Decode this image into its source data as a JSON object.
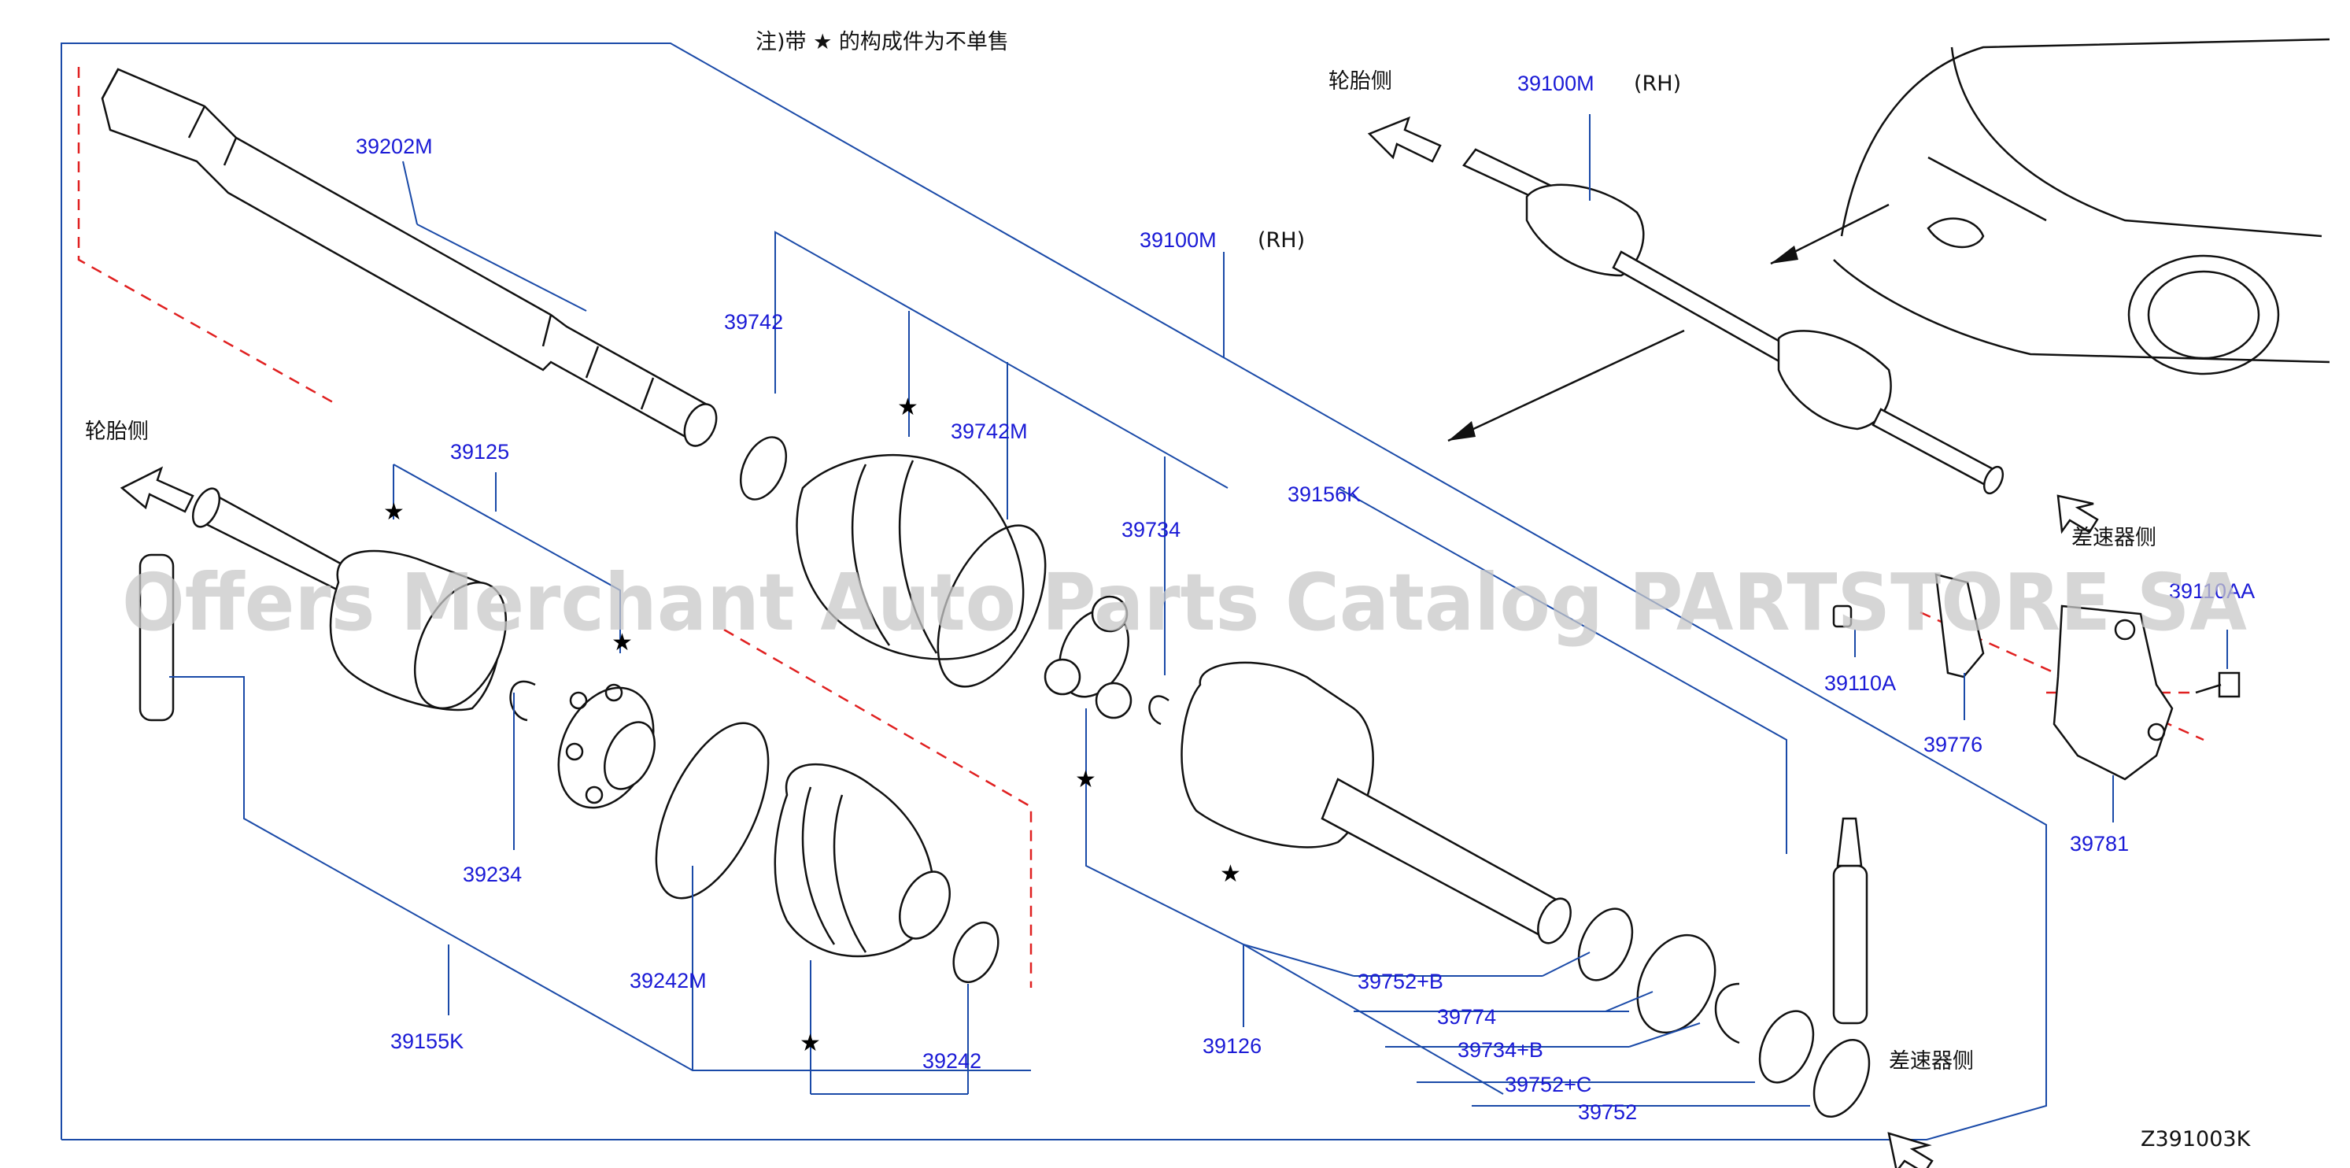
{
  "header_note": "注)带 ★ 的构成件为不单售",
  "diagram_id": "Z391003K",
  "watermark": "Offers Merchant Auto Parts Catalog PARTSTORE SA",
  "direction_labels": {
    "tire_side_left": "轮胎侧",
    "tire_side_right": "轮胎侧",
    "diff_side_right": "差速器侧",
    "diff_side_bottom": "差速器侧"
  },
  "star_symbol": "★",
  "side_suffix": "(RH)",
  "parts": {
    "p39202M": "39202M",
    "p39100M_main": "39100M",
    "p39100M_overview": "39100M",
    "p39742": "39742",
    "p39742M": "39742M",
    "p39125": "39125",
    "p39734": "39734",
    "p39156K": "39156K",
    "p39234": "39234",
    "p39242M": "39242M",
    "p39242": "39242",
    "p39155K": "39155K",
    "p39126": "39126",
    "p39752B": "39752+B",
    "p39774": "39774",
    "p39734B": "39734+B",
    "p39752C": "39752+C",
    "p39752": "39752",
    "p39110AA": "39110AA",
    "p39110A": "39110A",
    "p39776": "39776",
    "p39781": "39781"
  }
}
